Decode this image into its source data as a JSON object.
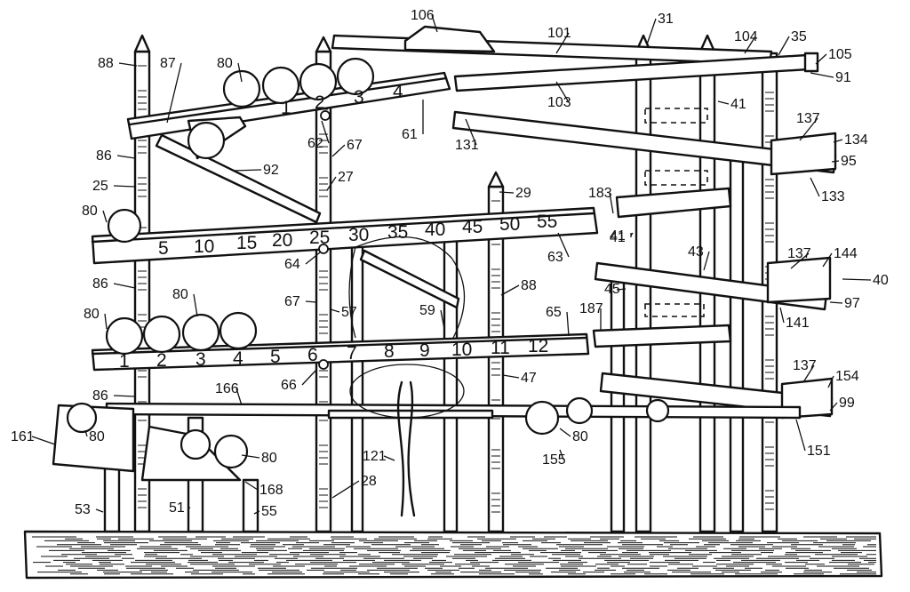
{
  "figure": {
    "scale_numbers": {
      "top_track": [
        "1",
        "2",
        "3",
        "4"
      ],
      "middle_track": [
        "5",
        "10",
        "15",
        "20",
        "25",
        "30",
        "35",
        "40",
        "45",
        "50",
        "55"
      ],
      "lower_track": [
        "1",
        "2",
        "3",
        "4",
        "5",
        "6",
        "7",
        "8",
        "9",
        "10",
        "11",
        "12"
      ]
    },
    "reference_numerals": [
      "106",
      "101",
      "31",
      "104",
      "35",
      "105",
      "91",
      "103",
      "41",
      "88",
      "87",
      "80",
      "2",
      "3",
      "4",
      "1",
      "61",
      "62",
      "67",
      "131",
      "137",
      "134",
      "95",
      "133",
      "86",
      "92",
      "27",
      "29",
      "183",
      "41",
      "25",
      "80",
      "5",
      "63",
      "64",
      "41",
      "43",
      "137",
      "144",
      "40",
      "86",
      "67",
      "88",
      "45",
      "97",
      "141",
      "80",
      "57",
      "59",
      "65",
      "187",
      "80",
      "86",
      "166",
      "66",
      "47",
      "137",
      "154",
      "99",
      "161",
      "80",
      "80",
      "151",
      "121",
      "155",
      "80",
      "168",
      "53",
      "51",
      "55",
      "28",
      "1",
      "2",
      "3",
      "4",
      "5",
      "6",
      "7",
      "8",
      "9",
      "10",
      "11",
      "12"
    ]
  }
}
